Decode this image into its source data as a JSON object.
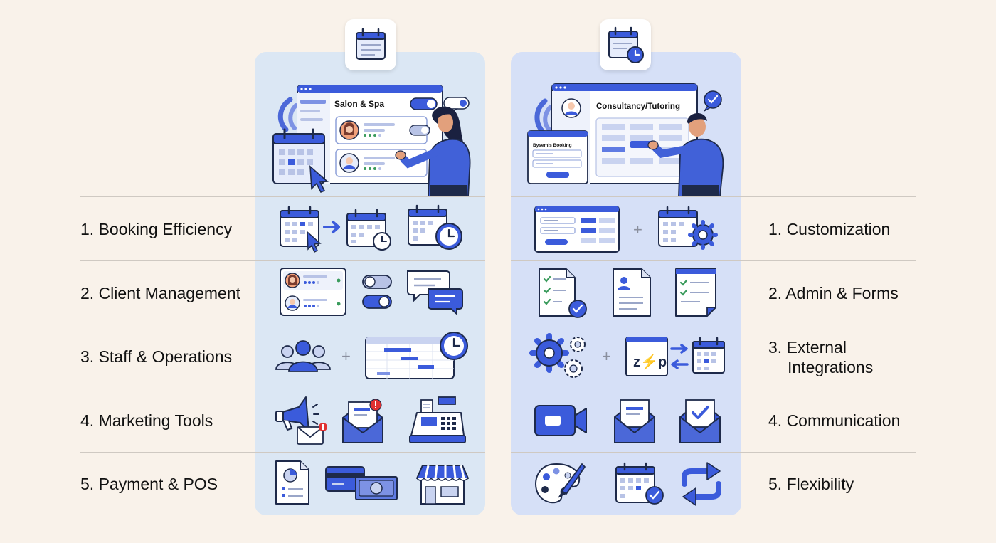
{
  "left": {
    "scene_title": "Salon & Spa",
    "rows": [
      "1. Booking Efficiency",
      "2. Client Management",
      "3. Staff & Operations",
      "4. Marketing Tools",
      "5. Payment & POS"
    ]
  },
  "right": {
    "scene_title": "Consultancy/Tutoring",
    "mini_window_title": "Bysemis Booking",
    "rows": [
      "1. Customization",
      "2. Admin & Forms",
      "3. External",
      "Integrations",
      "4. Communication",
      "5. Flexibility"
    ]
  },
  "icon_text": {
    "zap_logo": "z⚡p",
    "plus": "+"
  },
  "colors": {
    "accent": "#3b5bdb",
    "outline": "#1e2a4a",
    "bg": "#f9f2ea",
    "left_panel": "#dbe7f4",
    "right_panel": "#d6e0f7"
  }
}
